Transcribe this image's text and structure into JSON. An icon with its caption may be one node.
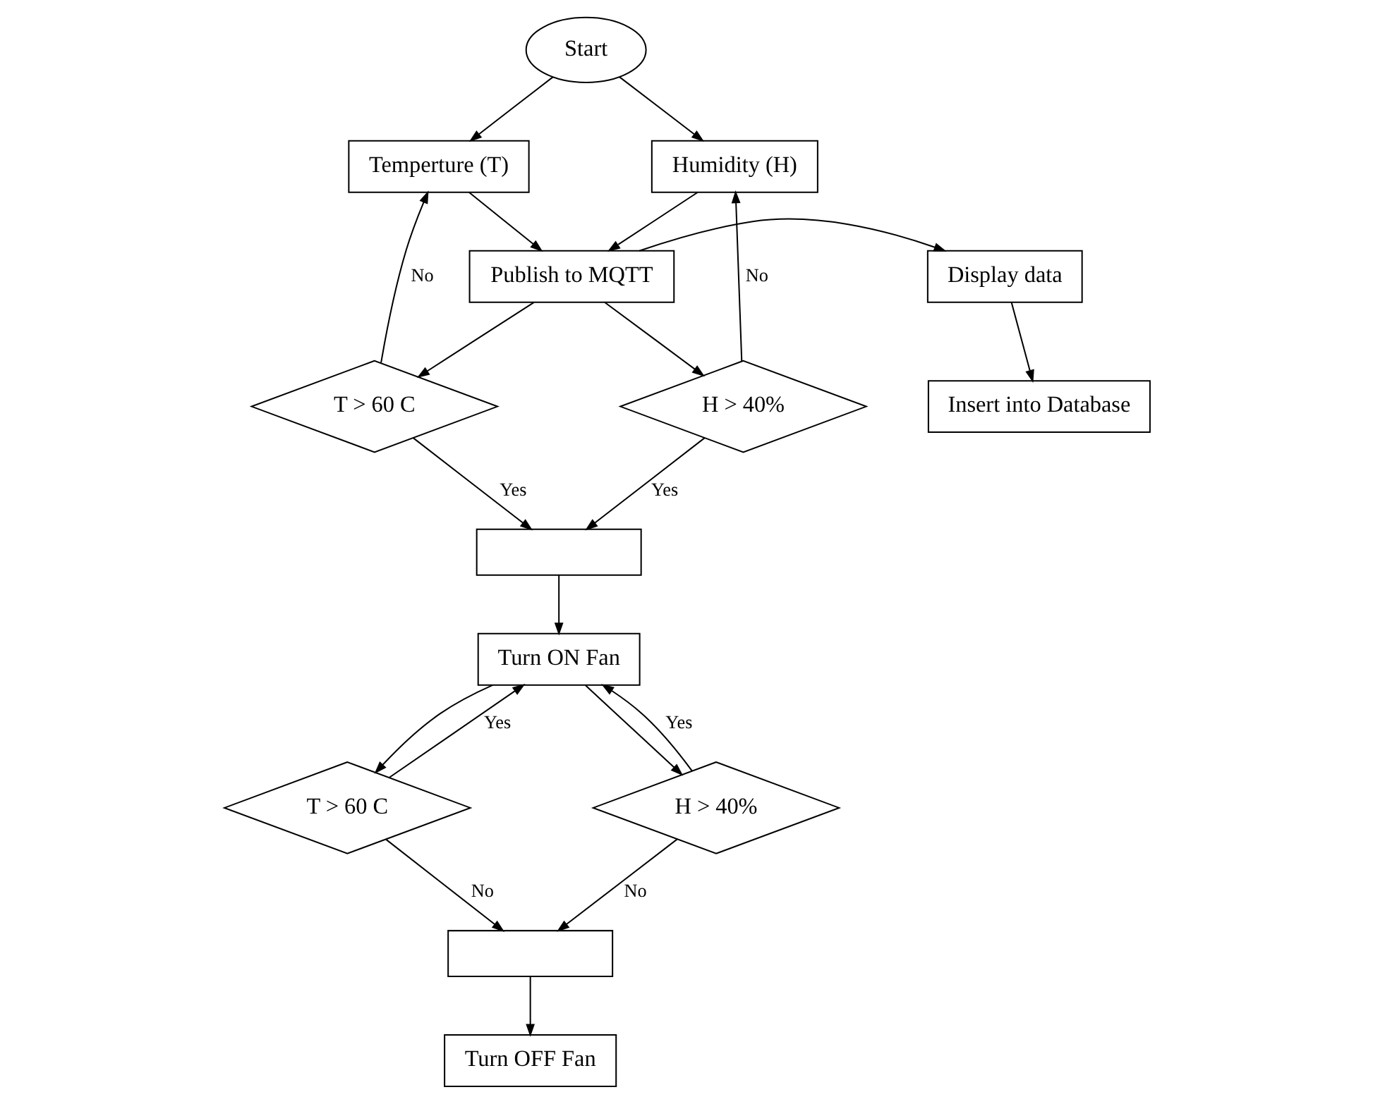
{
  "diagram": {
    "nodes": [
      {
        "text": [
          "Start"
        ]
      },
      {
        "text": [
          "Temperture (T)"
        ]
      },
      {
        "text": [
          "Humidity (H)"
        ]
      },
      {
        "text": [
          "Publish to MQTT"
        ]
      },
      {
        "text": [
          "Display data"
        ]
      },
      {
        "text": [
          "T > 60 C"
        ]
      },
      {
        "text": [
          "H > 40%"
        ]
      },
      {
        "text": [
          "Insert into Database"
        ]
      },
      {
        "text": [],
        "shape": "box"
      },
      {
        "text": [
          "Turn ON Fan"
        ]
      },
      {
        "text": [
          "T > 60 C"
        ]
      },
      {
        "text": [
          "H > 40%"
        ]
      },
      {
        "text": [],
        "shape": "box"
      },
      {
        "text": [
          "Turn OFF Fan"
        ]
      }
    ],
    "edges": [
      {
        "from": 0,
        "to": 1,
        "arrow": "to"
      },
      {
        "from": 0,
        "to": 2,
        "arrow": "to"
      },
      {
        "from": 1,
        "to": 3,
        "arrow": "to"
      },
      {
        "from": 2,
        "to": 3,
        "arrow": "to"
      },
      {
        "from": 3,
        "to": 4,
        "arrow": "to"
      },
      {
        "from": 3,
        "to": 5,
        "arrow": "to"
      },
      {
        "from": 3,
        "to": 6,
        "arrow": "to"
      },
      {
        "from": 5,
        "to": 1,
        "arrow": "to",
        "label": "No"
      },
      {
        "from": 6,
        "to": 2,
        "arrow": "to",
        "label": "No"
      },
      {
        "from": 5,
        "to": 8,
        "arrow": "to",
        "label": "Yes"
      },
      {
        "from": 6,
        "to": 8,
        "arrow": "to",
        "label": "Yes"
      },
      {
        "from": 4,
        "to": 7,
        "arrow": "to"
      },
      {
        "from": 8,
        "to": 9,
        "arrow": "to"
      },
      {
        "from": 9,
        "to": 10,
        "arrow": "to"
      },
      {
        "from": 9,
        "to": 11,
        "arrow": "to"
      },
      {
        "from": 10,
        "to": 9,
        "arrow": "to",
        "label": "Yes"
      },
      {
        "from": 11,
        "to": 9,
        "arrow": "to",
        "label": "Yes"
      },
      {
        "from": 10,
        "to": 12,
        "arrow": "to",
        "label": "No"
      },
      {
        "from": 11,
        "to": 12,
        "arrow": "to",
        "label": "No"
      },
      {
        "from": 12,
        "to": 13,
        "arrow": "to"
      }
    ]
  }
}
